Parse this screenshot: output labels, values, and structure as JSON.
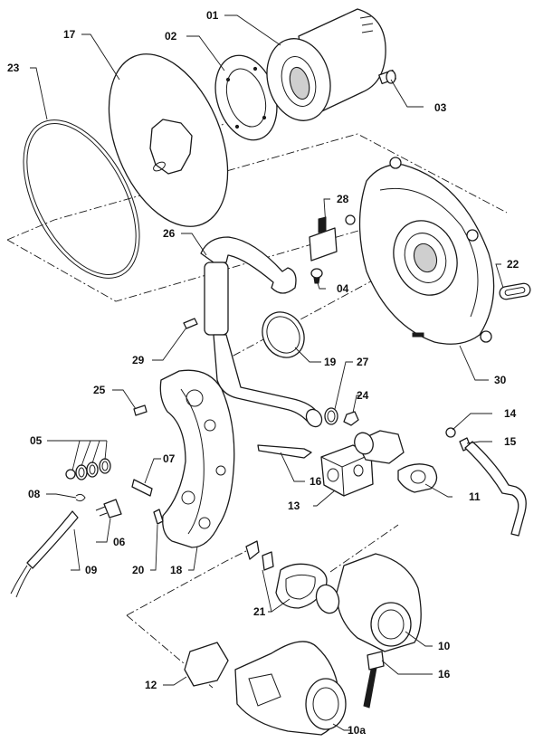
{
  "labels": {
    "p01": "01",
    "p02": "02",
    "p03": "03",
    "p04": "04",
    "p05": "05",
    "p06": "06",
    "p07": "07",
    "p08": "08",
    "p09": "09",
    "p10": "10",
    "p10a": "10a",
    "p11": "11",
    "p12": "12",
    "p13": "13",
    "p14": "14",
    "p15": "15",
    "p16a": "16",
    "p16b": "16",
    "p17": "17",
    "p18": "18",
    "p19": "19",
    "p20": "20",
    "p21": "21",
    "p22": "22",
    "p23": "23",
    "p24": "24",
    "p25": "25",
    "p26": "26",
    "p27": "27",
    "p28": "28",
    "p29": "29",
    "p30": "30"
  },
  "colors": {
    "line": "#1a1a1a",
    "fill": "#ffffff",
    "shade": "#cfcfcf"
  }
}
